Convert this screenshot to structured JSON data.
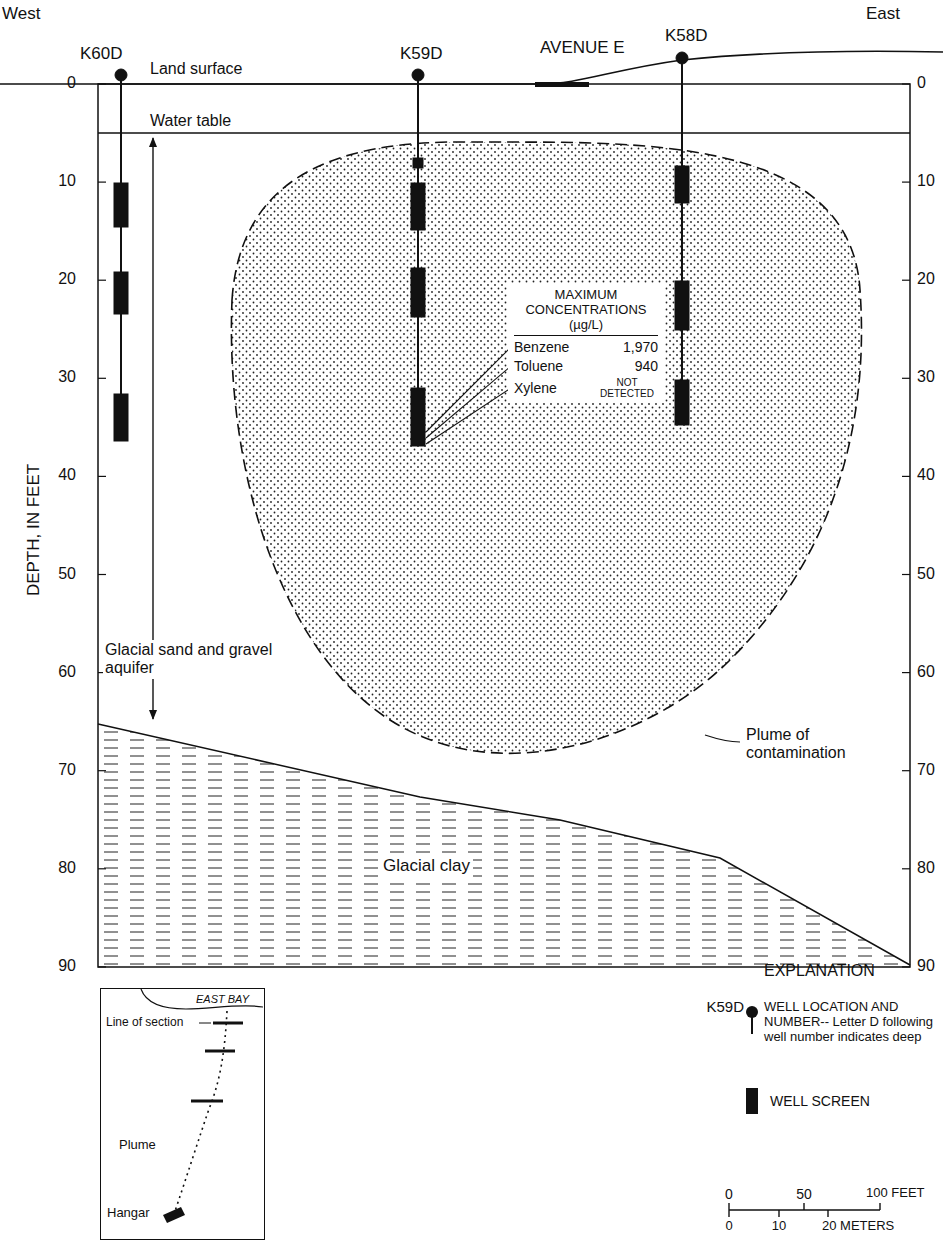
{
  "diagram": {
    "nodes": [
      {
        "text": [
          "MAXIMUM CONCENTRATIONS (µg/L)",
          "Benzene",
          "1,970",
          "Toluene",
          "940",
          "Xylene",
          "NOT DETECTED"
        ]
      },
      {
        "text": [
          "EAST BAY",
          "Line of section",
          "Plume",
          "Hangar"
        ]
      }
    ],
    "labels": [
      "West",
      "East",
      "K60D",
      "K59D",
      "AVENUE E",
      "K58D",
      "Land surface",
      "Water table",
      "0",
      "10",
      "20",
      "30",
      "40",
      "50",
      "60",
      "70",
      "80",
      "90",
      "0",
      "10",
      "20",
      "30",
      "40",
      "50",
      "60",
      "70",
      "80",
      "90",
      "DEPTH, IN FEET",
      "Glacial sand and gravel aquifer",
      "Plume of contamination",
      "Glacial clay",
      "EXPLANATION",
      "K59D",
      "0",
      "50",
      "100 FEET",
      "0",
      "10",
      "20 METERS"
    ],
    "legend": [
      {
        "text": "WELL LOCATION AND NUMBER-- Letter D following well number indicates deep"
      },
      {
        "text": "WELL SCREEN"
      }
    ]
  }
}
